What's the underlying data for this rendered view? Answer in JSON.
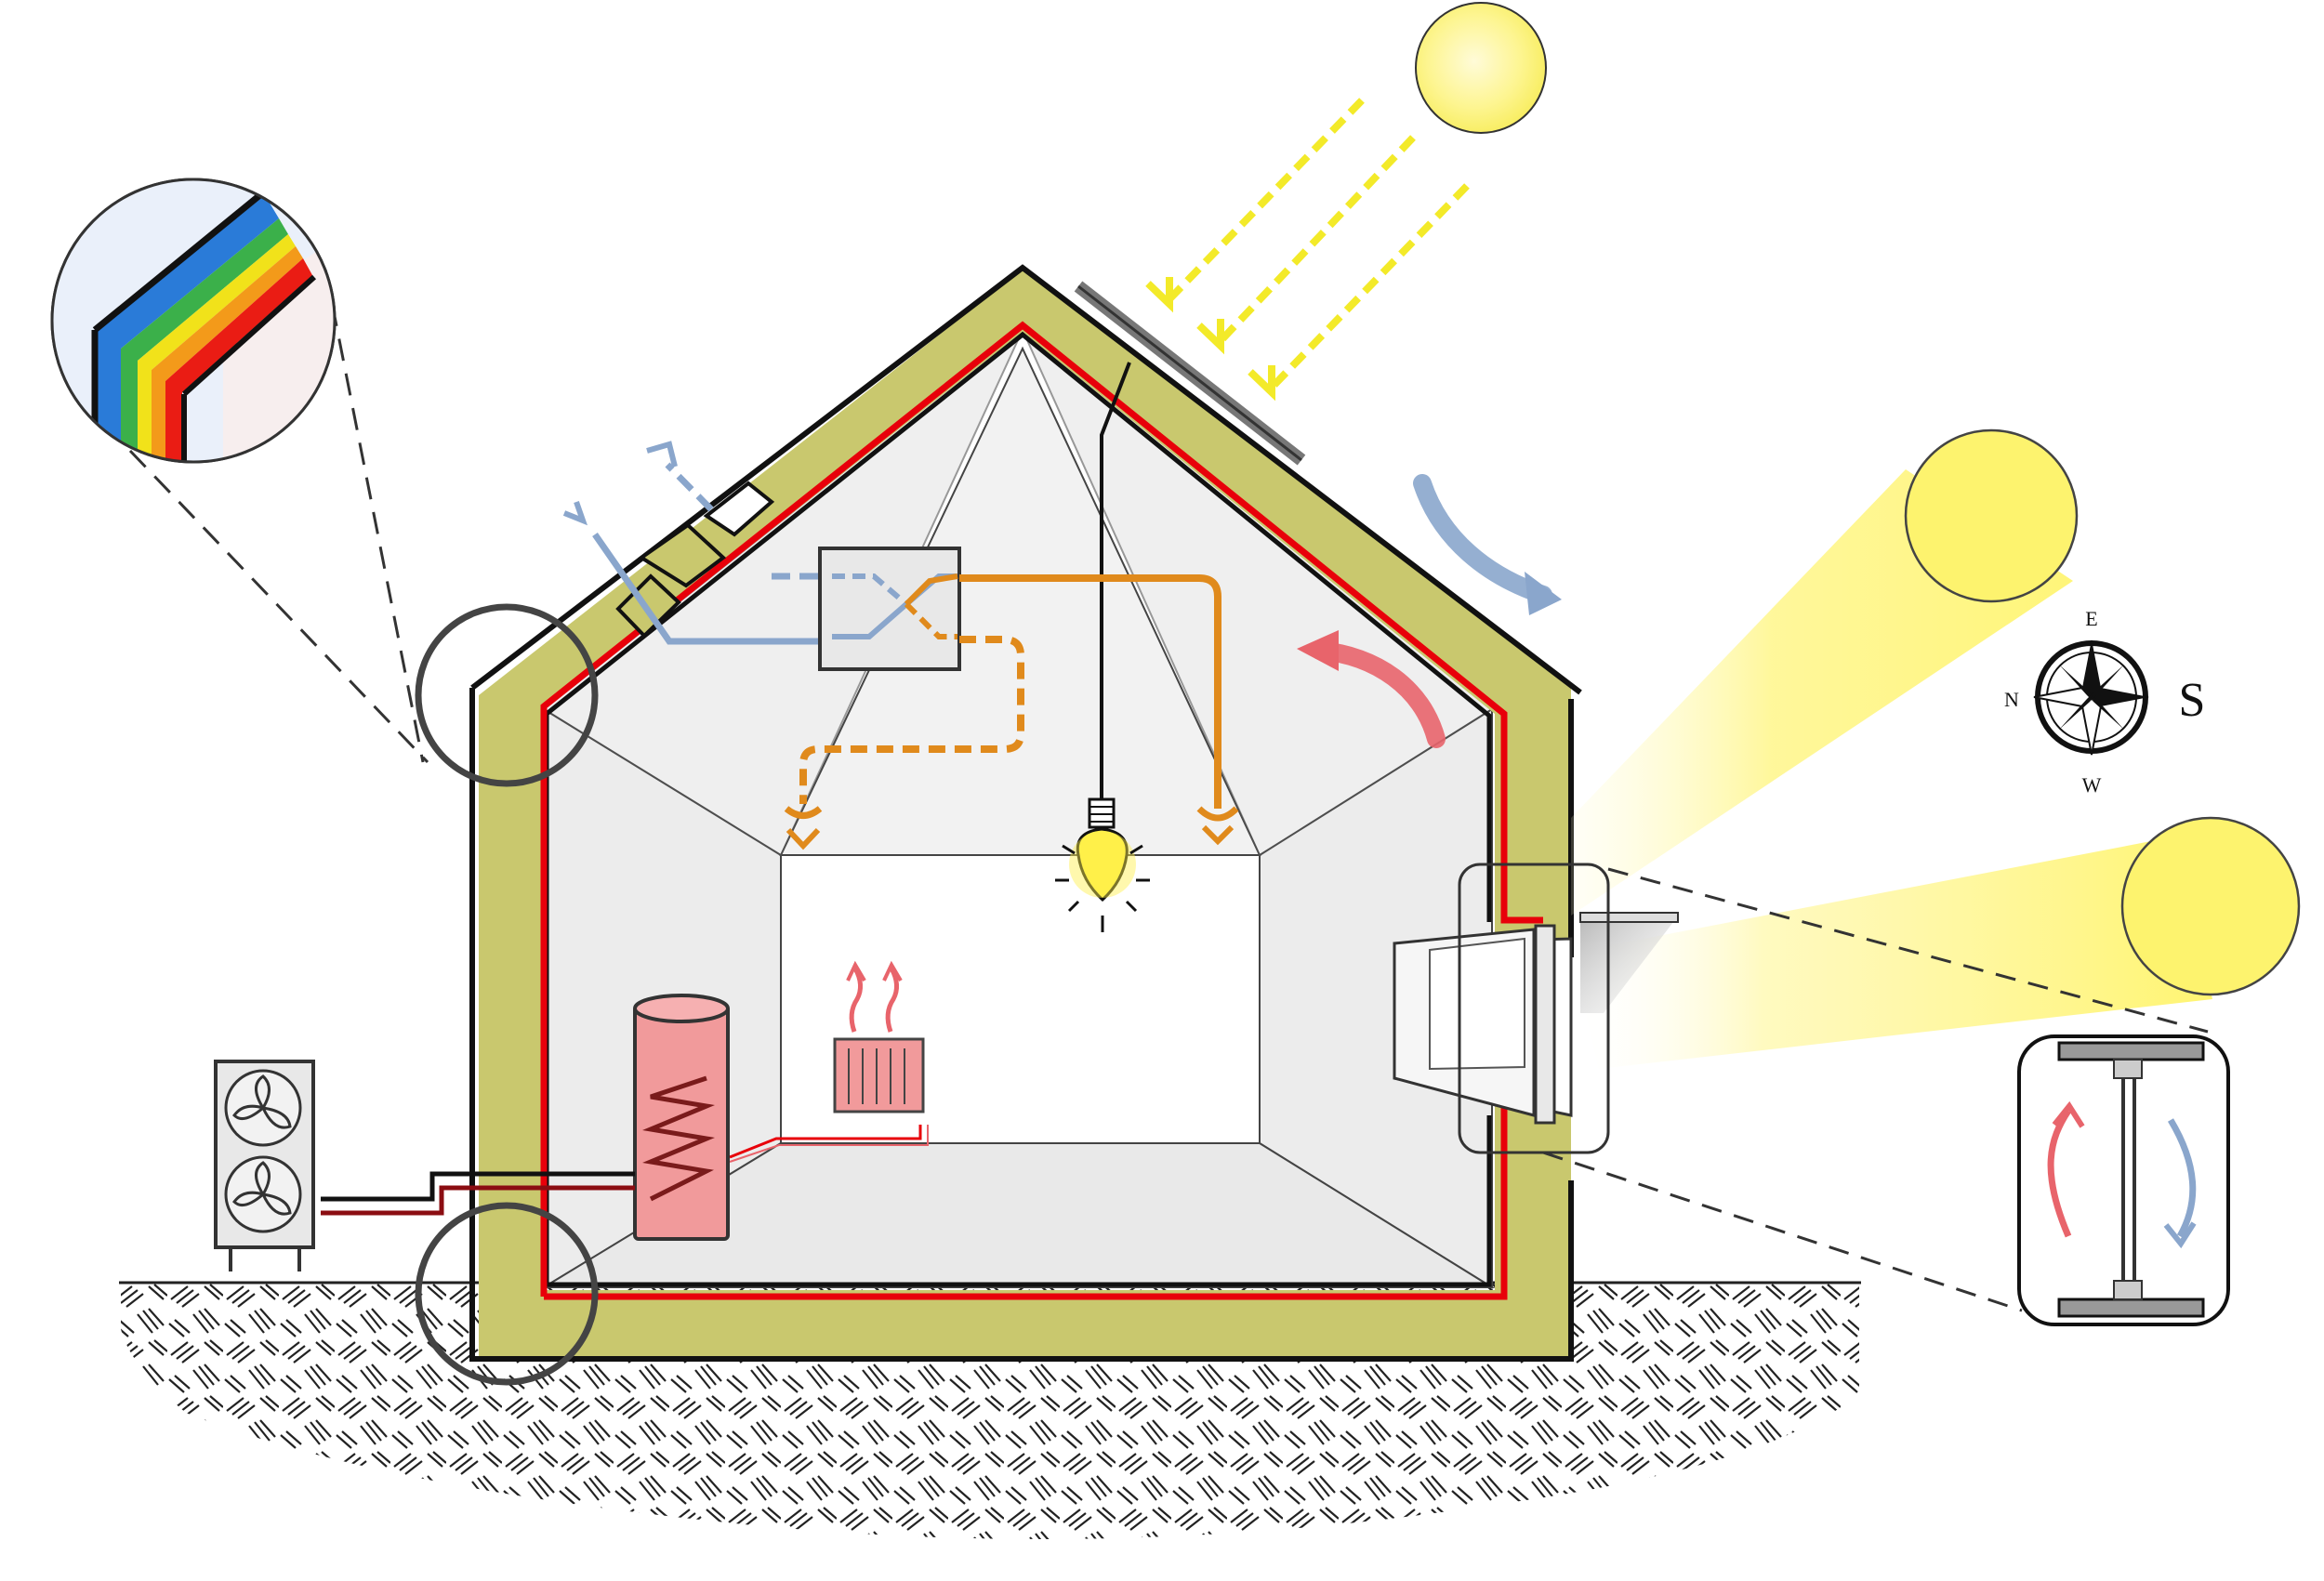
{
  "compass": {
    "north": "N",
    "south": "S",
    "east": "E",
    "west": "W"
  },
  "colors": {
    "insulation": "#c9c86e",
    "airtight_layer": "#e8000a",
    "wall_outline": "#111111",
    "interior": "#efefef",
    "sun": "#fbf276",
    "solar_gain_beam": "#fff46a",
    "ventilation_supply": "#e08a1c",
    "ventilation_extract": "#8aa6cc",
    "warm_air": "#e8646b",
    "cool_air": "#8aa6cc",
    "storage_tank": "#f19a9b",
    "ground_hatch": "#222222"
  },
  "icons": [
    "sun-icon",
    "lightbulb-icon",
    "heat-pump-fan-icon",
    "radiator-icon",
    "hot-water-tank-icon",
    "heat-recovery-unit-icon",
    "compass-rose-icon"
  ]
}
